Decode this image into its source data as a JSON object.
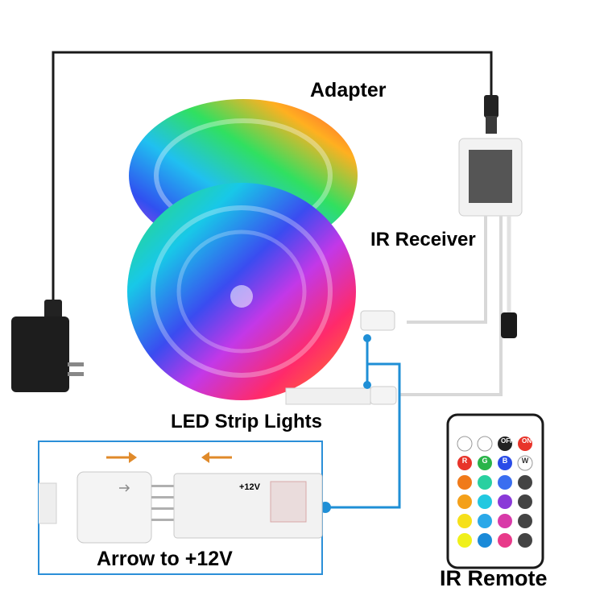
{
  "labels": {
    "adapter": "Adapter",
    "ir_receiver": "IR Receiver",
    "led_strip_lights": "LED Strip Lights",
    "arrow_to_12v": "Arrow to +12V",
    "ir_remote": "IR Remote",
    "connector_voltage": "+12V"
  },
  "remote_buttons": {
    "off": "OFF",
    "on": "ON",
    "red": "R",
    "green": "G",
    "blue": "B",
    "white": "W"
  },
  "colors": {
    "wire_blue": "#1f8fd6",
    "cable_black": "#1a1a1a",
    "arrow_orange": "#e08a2a"
  },
  "icons": {
    "brightness_up": "sun-icon",
    "brightness_down": "sun-small-icon",
    "arrows": "arrow-right-icon"
  }
}
